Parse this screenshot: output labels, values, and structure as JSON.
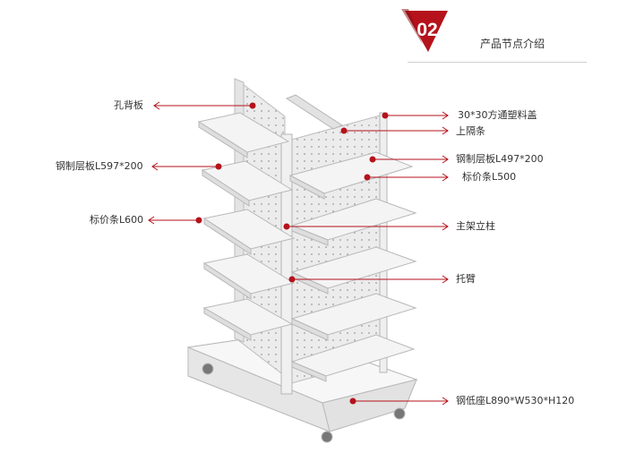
{
  "header": {
    "number": "02",
    "title": "产品节点介绍",
    "accent_color": "#b5121b"
  },
  "annotations": [
    {
      "id": "kongbeiban",
      "text": "孔背板"
    },
    {
      "id": "cengban-l597",
      "text": "钢制层板L597*200"
    },
    {
      "id": "biaojiatiao-l600",
      "text": "标价条L600"
    },
    {
      "id": "fangtong-cap",
      "text": "30*30方通塑料盖"
    },
    {
      "id": "shang-getiao",
      "text": "上隔条"
    },
    {
      "id": "cengban-l497",
      "text": "钢制层板L497*200"
    },
    {
      "id": "biaojiatiao-l500",
      "text": "标价条L500"
    },
    {
      "id": "zhujia-lizhu",
      "text": "主架立柱"
    },
    {
      "id": "tuobi",
      "text": "托臂"
    },
    {
      "id": "dizuo",
      "text": "钢低座L890*W530*H120"
    }
  ]
}
